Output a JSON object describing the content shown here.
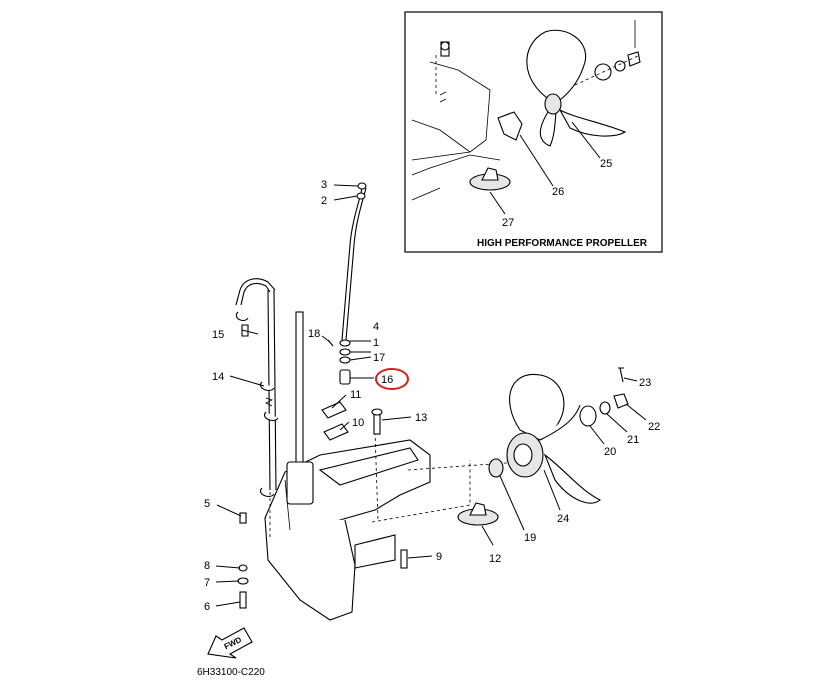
{
  "inset": {
    "title": "HIGH PERFORMANCE PROPELLER"
  },
  "footer": {
    "code": "6H33100-C220"
  },
  "fwd_label": "FWD",
  "highlight_color": "#d21f1f",
  "highlighted_part": "16",
  "callouts": {
    "c1": "1",
    "c2": "2",
    "c3": "3",
    "c4": "4",
    "c5": "5",
    "c6": "6",
    "c7": "7",
    "c8": "8",
    "c9": "9",
    "c10": "10",
    "c11": "11",
    "c12": "12",
    "c13": "13",
    "c14": "14",
    "c15": "15",
    "c16": "16",
    "c17": "17",
    "c18": "18",
    "c19": "19",
    "c20": "20",
    "c21": "21",
    "c22": "22",
    "c23": "23",
    "c24": "24",
    "c25": "25",
    "c26": "26",
    "c27": "27"
  }
}
